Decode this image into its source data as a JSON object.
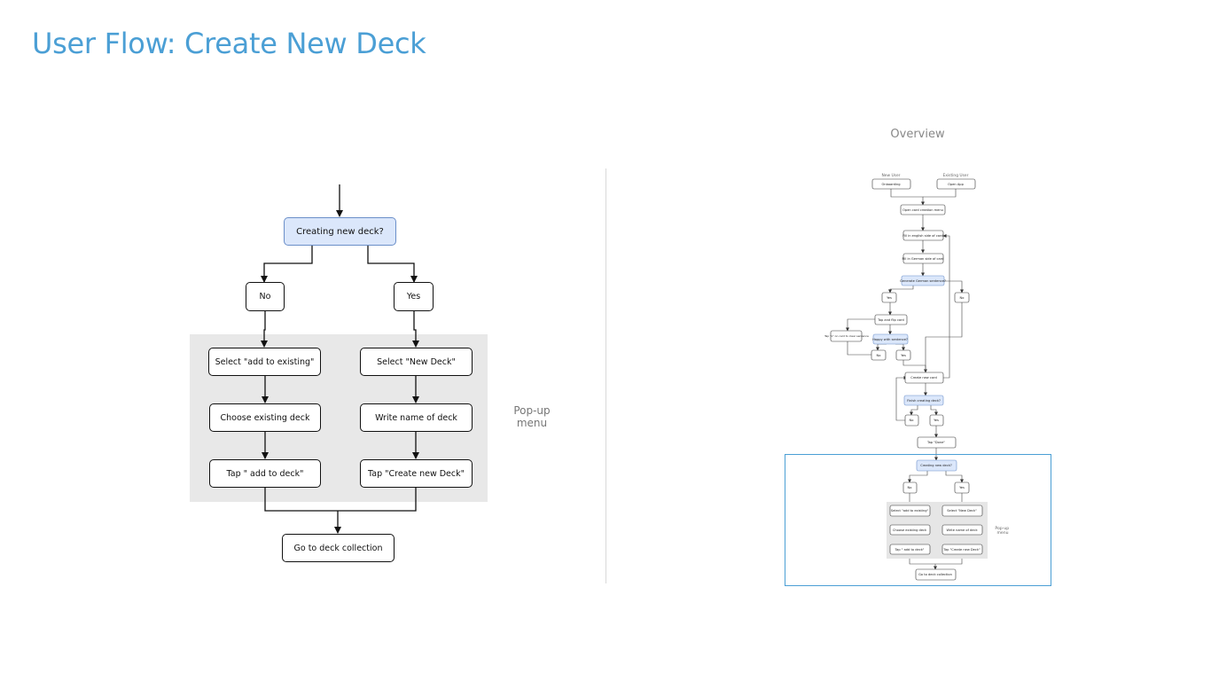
{
  "page": {
    "title": "User Flow: Create New Deck"
  },
  "main_flow": {
    "decision": "Creating new deck?",
    "no_label": "No",
    "yes_label": "Yes",
    "no_branch": [
      "Select \"add to existing\"",
      "Choose existing deck",
      "Tap \" add to deck\""
    ],
    "yes_branch": [
      "Select \"New Deck\"",
      "Write name of deck",
      "Tap \"Create new Deck\""
    ],
    "end": "Go to deck collection",
    "popup_label": "Pop-up\nmenu"
  },
  "overview": {
    "title": "Overview",
    "new_user": "New User",
    "existing_user": "Existing User",
    "onboarding": "Onboarding",
    "open_app": "Open App",
    "open_card_creation": "Open card creation menu",
    "fill_english": "Fill in english side of card",
    "fill_german": "Fill in German side of card",
    "generate_question": "Generate German sentence?",
    "yes": "Yes",
    "no": "No",
    "tap_flip": "Tap and flip card",
    "tap_x": "Tap \"x\" on card to clear sentence",
    "happy_question": "Happy with sentence?",
    "create_new_card": "Create new card",
    "finish_question": "Finish creating deck?",
    "tap_done": "Tap \"Done\"",
    "creating_deck": "Creating new deck?",
    "select_existing": "Select \"add to existing\"",
    "select_new": "Select \"New Deck\"",
    "choose_existing": "Choose existing deck",
    "write_name": "Write name of deck",
    "tap_add": "Tap \" add to deck\"",
    "tap_create": "Tap \"Create new Deck\"",
    "popup_label": "Pop-up\nmenu",
    "go_collection": "Go to deck collection"
  }
}
